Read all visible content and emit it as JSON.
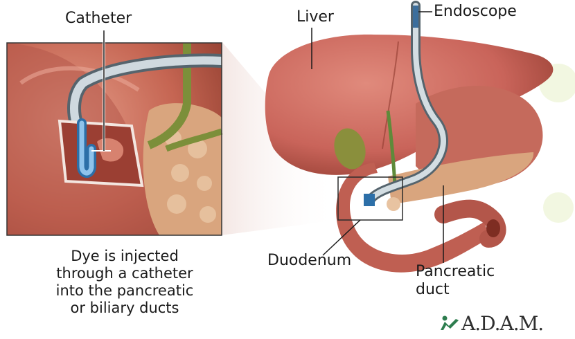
{
  "labels": {
    "catheter": "Catheter",
    "liver": "Liver",
    "endoscope": "Endoscope",
    "duodenum": "Duodenum",
    "pancreatic_duct_line1": "Pancreatic",
    "pancreatic_duct_line2": "duct"
  },
  "caption": {
    "line1": "Dye is injected",
    "line2": "through a catheter",
    "line3": "into the pancreatic",
    "line4": "or biliary ducts"
  },
  "logo": {
    "text": "A.D.A.M.",
    "icon": "adam-figure-icon"
  },
  "colors": {
    "organ": "#c9645a",
    "organ_dark": "#8f3a2e",
    "pancreas": "#d9a57e",
    "bile": "#7c8f3a",
    "catheter_blue": "#6fa8d8",
    "logo_green": "#2e7d4f",
    "watermark": "#e8f1c8"
  }
}
